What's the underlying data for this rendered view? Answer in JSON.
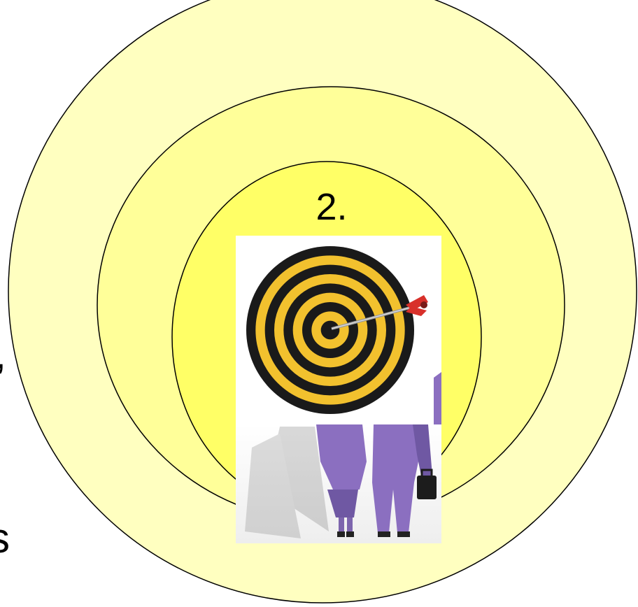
{
  "diagram": {
    "step_label": "2.",
    "partial_left_text": [
      "’",
      "s"
    ],
    "rings": [
      {
        "name": "outer",
        "fill": "#FFFFC0"
      },
      {
        "name": "middle",
        "fill": "#FFFF99"
      },
      {
        "name": "inner",
        "fill": "#FFFF66"
      }
    ],
    "ring_stroke": "#000000",
    "dartboard": {
      "ring_colors": [
        "#1A1A1A",
        "#F2C12E"
      ],
      "dart_flight_color": "#D8302A"
    },
    "figures_suit_color": "#8B6FC0"
  }
}
